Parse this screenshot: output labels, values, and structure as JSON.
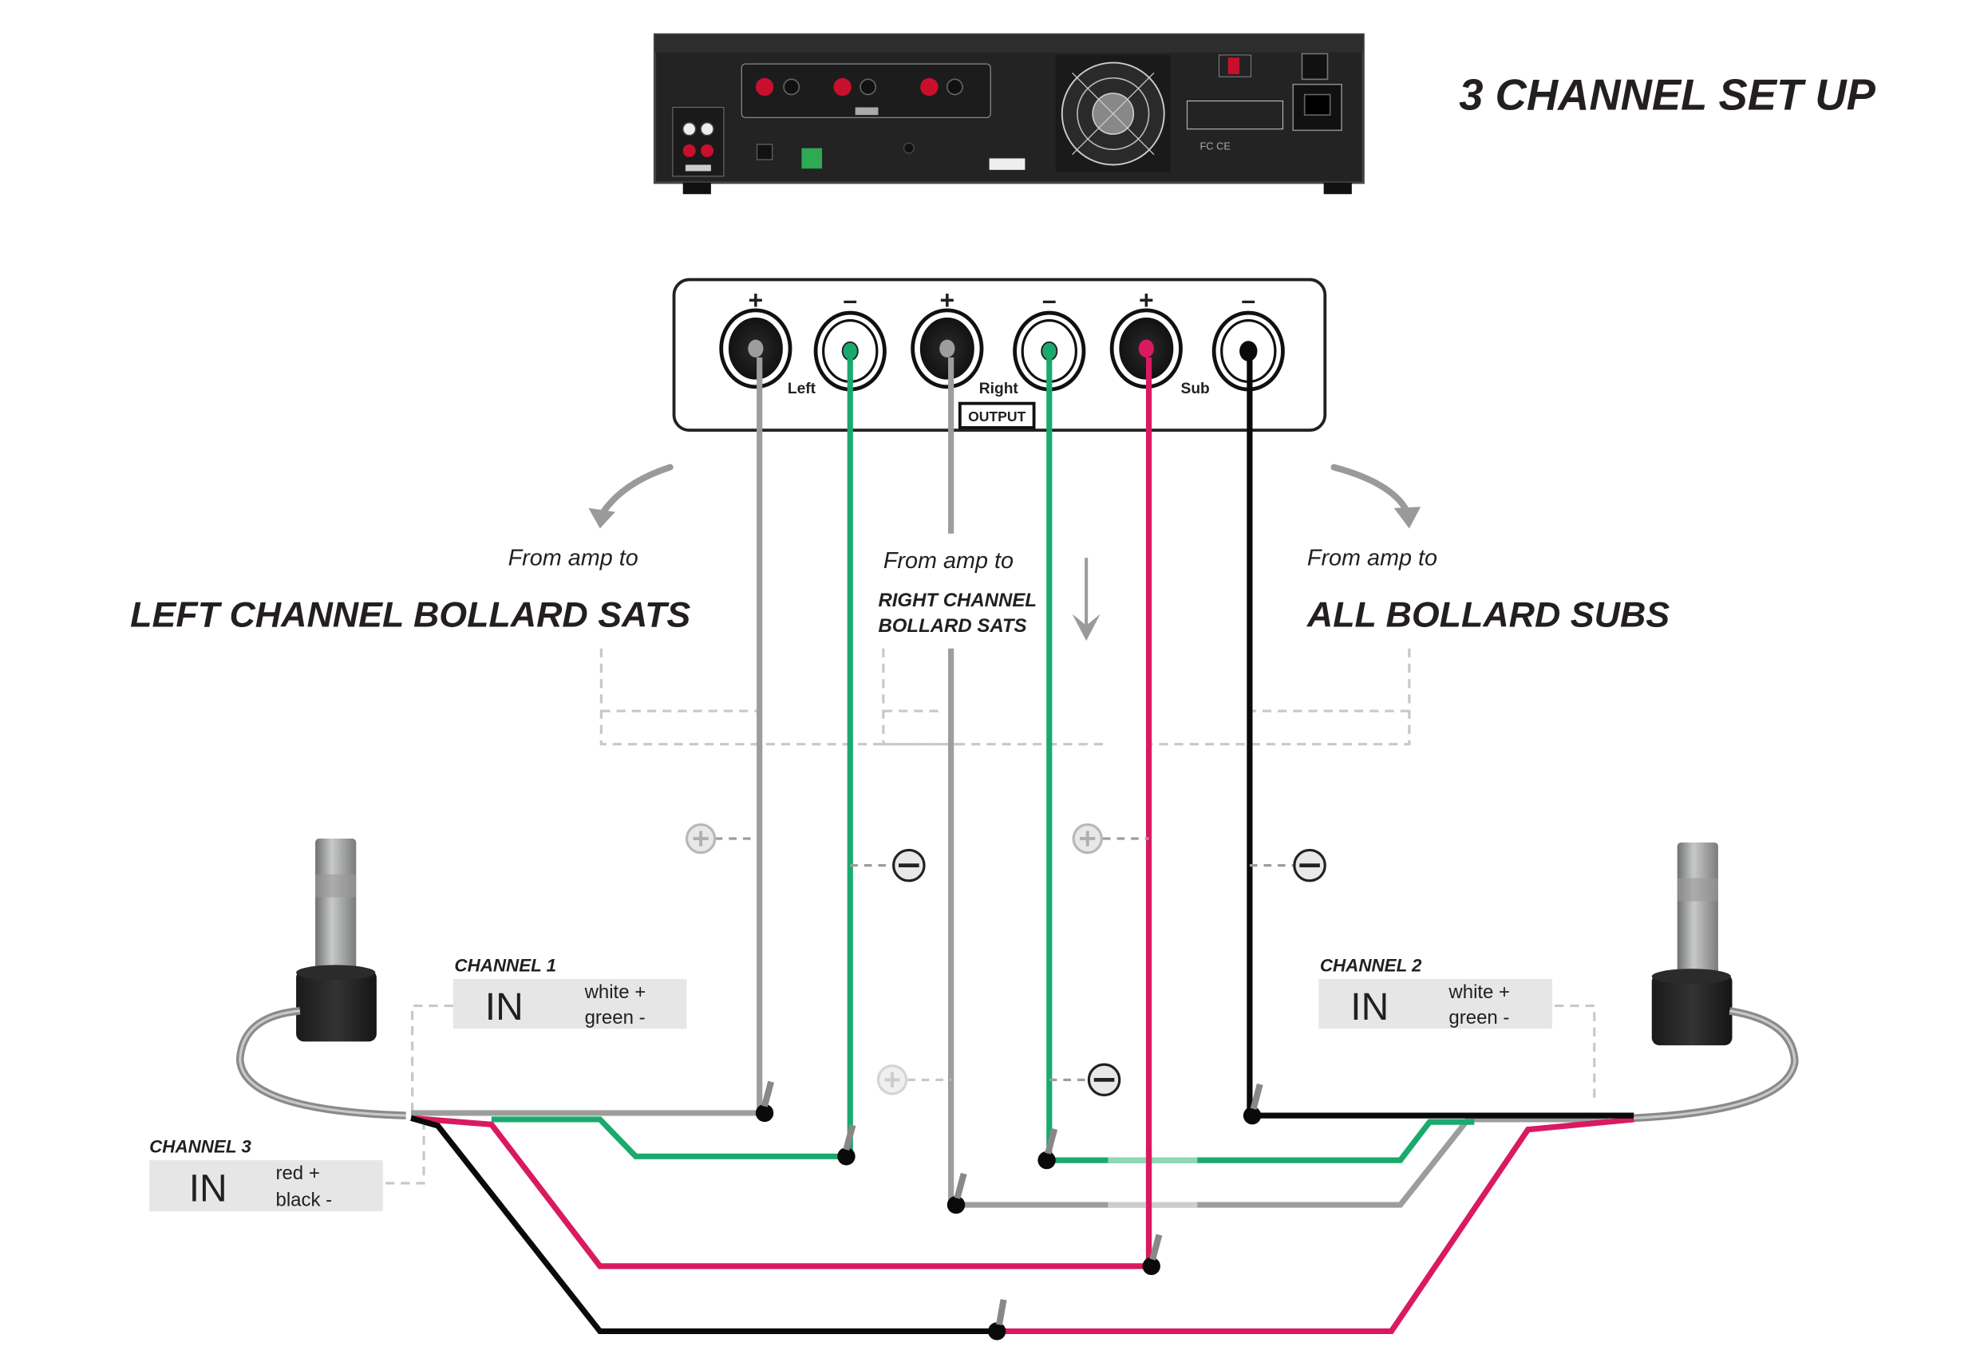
{
  "title": "3 CHANNEL SET UP",
  "amp_panel": {
    "terminal_signs": [
      "+",
      "–",
      "+",
      "–",
      "+",
      "–"
    ],
    "channel_labels": [
      "Left",
      "Right",
      "Sub"
    ],
    "output_label": "OUTPUT"
  },
  "labels": {
    "left": {
      "prefix": "From amp to",
      "name": "LEFT CHANNEL BOLLARD SATS"
    },
    "right": {
      "prefix": "From amp to",
      "name_line1": "RIGHT CHANNEL",
      "name_line2": "BOLLARD SATS"
    },
    "subs": {
      "prefix": "From amp to",
      "name": "ALL BOLLARD SUBS"
    }
  },
  "channels": [
    {
      "title": "CHANNEL 1",
      "in_label": "IN",
      "line1": "white +",
      "line2": "green -"
    },
    {
      "title": "CHANNEL 2",
      "in_label": "IN",
      "line1": "white +",
      "line2": "green -"
    },
    {
      "title": "CHANNEL 3",
      "in_label": "IN",
      "line1": "red +",
      "line2": "black -"
    }
  ],
  "polarity_symbols": {
    "plus": "+",
    "minus": "−"
  },
  "colors": {
    "gray_wire": "#9d9d9c",
    "green_wire": "#1aaa6e",
    "red_wire": "#d91a60",
    "black_wire": "#0a0a0a",
    "dashed": "#c8c8c8",
    "label_box": "#e5e6e5"
  }
}
